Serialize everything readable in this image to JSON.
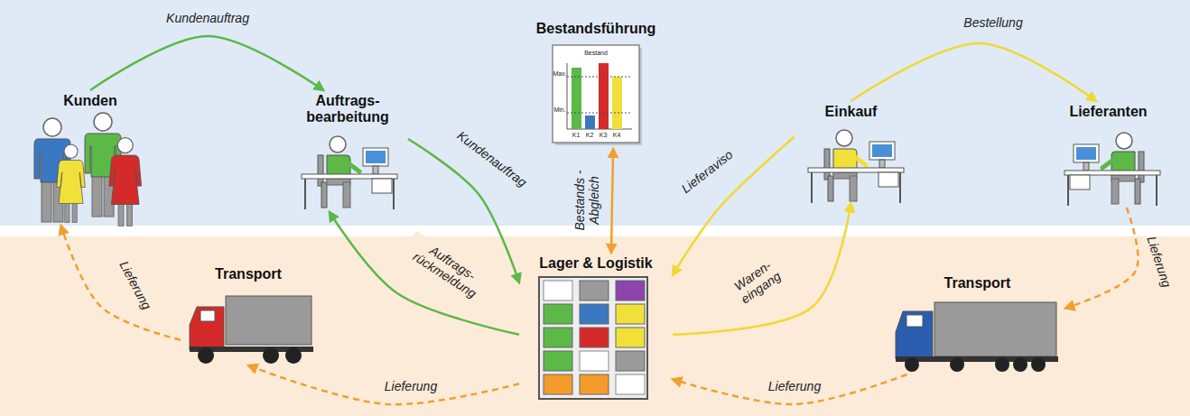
{
  "diagram": {
    "nodes": [
      {
        "text": [
          "Kunden"
        ]
      },
      {
        "text": [
          "Auftrags- bearbeitung"
        ]
      },
      {
        "text": [
          "Bestandsführung"
        ]
      },
      {
        "text": [
          "Einkauf"
        ]
      },
      {
        "text": [
          "Lieferanten"
        ]
      },
      {
        "text": [
          "Transport"
        ]
      },
      {
        "text": [
          "Lager & Logistik"
        ]
      },
      {
        "text": [
          "Transport"
        ]
      }
    ],
    "edges": [
      {
        "from": 0,
        "to": 1,
        "label": "Kundenauftrag",
        "arrow": "to"
      },
      {
        "from": 1,
        "to": 6,
        "label": "Kundenauftrag",
        "arrow": "to"
      },
      {
        "from": 6,
        "to": 1,
        "label": "Auftrags- rückmeldung",
        "arrow": "to"
      },
      {
        "from": 2,
        "to": 6,
        "label": "Bestands -Abgleich",
        "arrow": "both"
      },
      {
        "from": 3,
        "to": 6,
        "label": "Lieferaviso",
        "arrow": "to"
      },
      {
        "from": 6,
        "to": 3,
        "label": "Waren- eingang",
        "arrow": "to"
      },
      {
        "from": 3,
        "to": 4,
        "label": "Bestellung",
        "arrow": "to"
      },
      {
        "from": 4,
        "to": 7,
        "label": "Lieferung",
        "arrow": "to"
      },
      {
        "from": 7,
        "to": 6,
        "label": "Lieferung",
        "arrow": "to"
      },
      {
        "from": 6,
        "to": 5,
        "label": "Lieferung",
        "arrow": "to"
      },
      {
        "from": 5,
        "to": 0,
        "label": "Lieferung",
        "arrow": "to"
      }
    ],
    "labels": [
      "Bestand",
      "Max.",
      "Min.",
      "K1",
      "K2",
      "K3",
      "K4"
    ]
  }
}
